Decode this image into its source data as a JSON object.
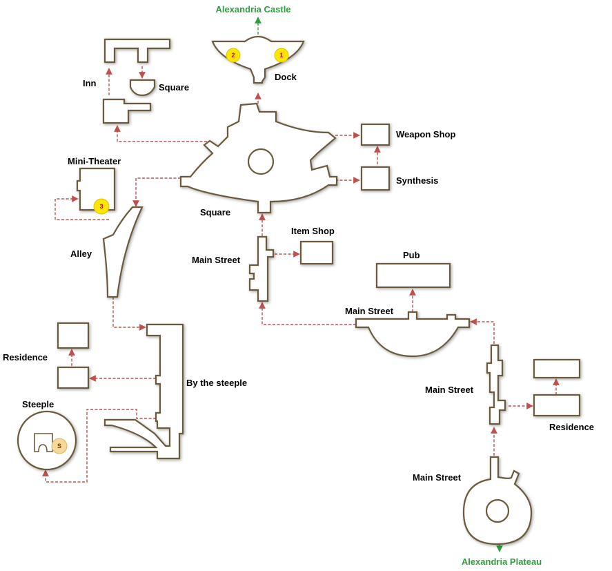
{
  "map": {
    "colors": {
      "wall": "#6b5a3a",
      "floor": "#ffffff",
      "link": "#c0504d",
      "exit": "#2e9e3e",
      "marker_yellow": "#ffe600",
      "marker_red_text": "#cc0000",
      "marker_save": "#f5d89a"
    },
    "exits": {
      "castle": "Alexandria Castle",
      "plateau": "Alexandria Plateau"
    },
    "labels": {
      "inn": "Inn",
      "square_small": "Square",
      "dock": "Dock",
      "weapon_shop": "Weapon Shop",
      "synthesis": "Synthesis",
      "mini_theater": "Mini-Theater",
      "square_main": "Square",
      "alley": "Alley",
      "item_shop": "Item Shop",
      "main_street_1": "Main Street",
      "pub": "Pub",
      "main_street_2": "Main Street",
      "residence_left": "Residence",
      "by_the_steeple": "By the steeple",
      "steeple": "Steeple",
      "main_street_3": "Main Street",
      "residence_right": "Residence",
      "main_street_4": "Main Street"
    },
    "markers": {
      "m1": "1",
      "m2": "2",
      "m3": "3",
      "save": "S"
    }
  }
}
